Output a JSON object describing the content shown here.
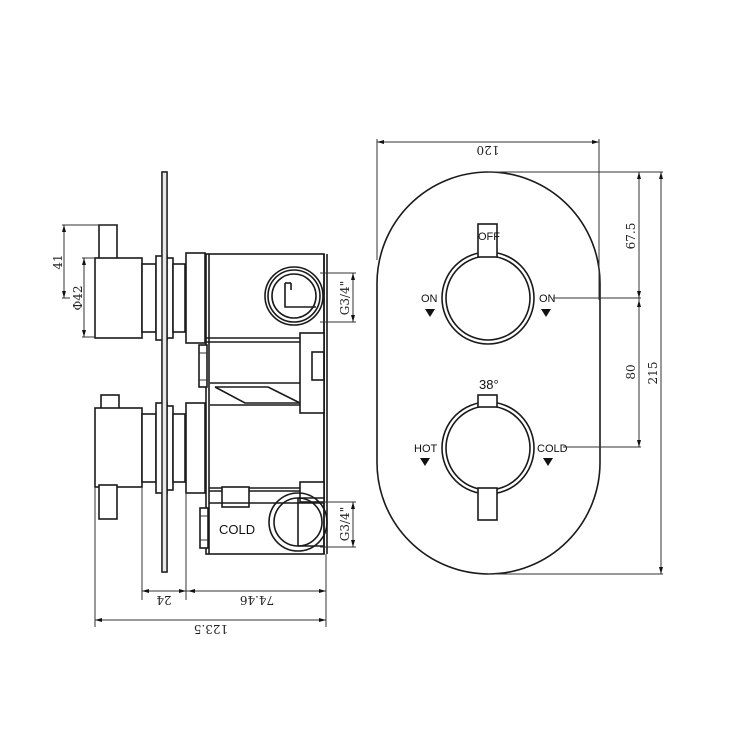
{
  "drawing": {
    "type": "technical-dimension-drawing",
    "subject": "twin outlet thermostatic concealed shower valve",
    "colors": {
      "line": "#1a1a1a",
      "background": "#ffffff",
      "plate": "#e8e8e8"
    }
  },
  "side_view": {
    "dimensions": {
      "handle_height": "41",
      "handle_diameter": "Φ42",
      "plate_to_handle": "24",
      "body_depth": "74.46",
      "overall_depth": "123.5",
      "outlet_top_thread": "G3/4\"",
      "outlet_bottom_thread": "G3/4\""
    },
    "labels": {
      "inlet": "COLD"
    }
  },
  "front_view": {
    "dimensions": {
      "width": "120",
      "top_to_upper_knob": "67.5",
      "knob_spacing": "80",
      "height": "215"
    },
    "upper_knob": {
      "top_label": "OFF",
      "left_label": "ON",
      "right_label": "ON"
    },
    "lower_knob": {
      "top_label": "38°",
      "left_label": "HOT",
      "right_label": "COLD"
    },
    "icons": {
      "direction_marker": "down-triangle"
    }
  }
}
